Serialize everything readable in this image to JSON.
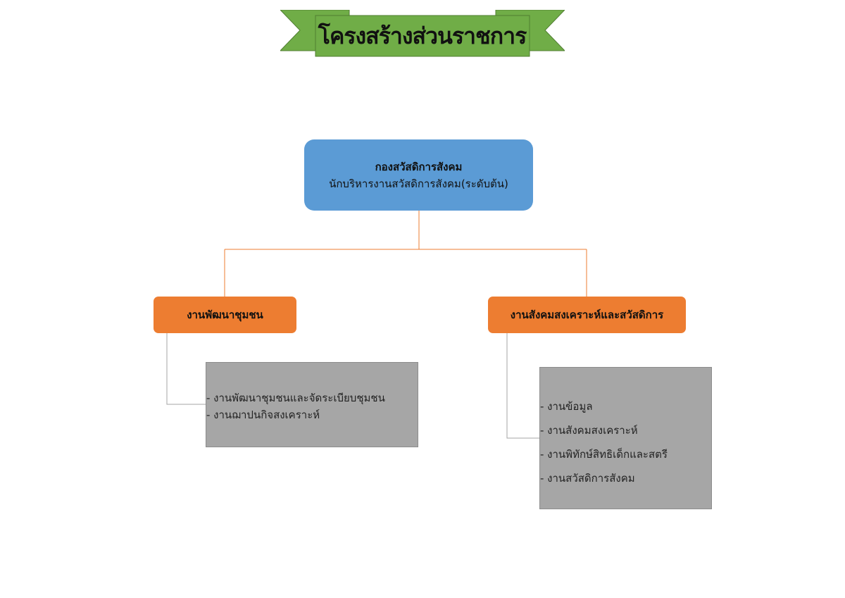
{
  "banner": {
    "title": "โครงสร้างส่วนราชการ",
    "colors": {
      "ribbon_fill": "#70ad47",
      "ribbon_stroke": "#507e32",
      "ribbon_fold": "#4e7f30"
    }
  },
  "root": {
    "title": "กองสวัสดิการสังคม",
    "subtitle": "นักบริหารงานสวัสดิการสังคม(ระดับต้น)",
    "color": "#5b9bd5"
  },
  "departments": [
    {
      "name": "งานพัฒนาชุมชน",
      "color": "#ed7d31",
      "tasks": [
        "- งานพัฒนาชุมชนและจัดระเบียบชุมชน",
        "- งานฌาปนกิจสงเคราะห์"
      ]
    },
    {
      "name": "งานสังคมสงเคราะห์และสวัสดิการ",
      "color": "#ed7d31",
      "tasks": [
        "-  งานข้อมูล",
        "-  งานสังคมสงเคราะห์",
        "-  งานพิทักษ์สิทธิเด็กและสตรี",
        "-  งานสวัสดิการสังคม"
      ]
    }
  ],
  "connector_colors": {
    "root_to_departments": "#ed7d31",
    "department_to_tasks": "#a5a5a5"
  },
  "task_box_color": "#a6a6a6"
}
